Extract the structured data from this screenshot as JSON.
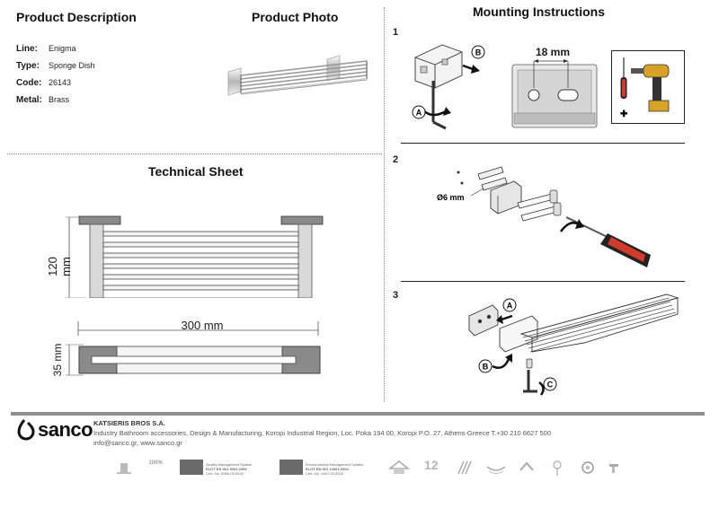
{
  "product": {
    "description_title": "Product Description",
    "photo_title": "Product Photo",
    "specs": [
      {
        "key": "Line:",
        "value": "Enigma"
      },
      {
        "key": "Type:",
        "value": "Sponge Dish"
      },
      {
        "key": "Code:",
        "value": "26143"
      },
      {
        "key": "Metal:",
        "value": "Brass"
      }
    ]
  },
  "technical": {
    "title": "Technical Sheet",
    "height_dim": "120 mm",
    "width_dim": "300 mm",
    "depth_dim": "35 mm"
  },
  "mounting": {
    "title": "Mounting Instructions",
    "steps": [
      {
        "number": "1",
        "distance_label": "18 mm",
        "label_a": "A",
        "label_b": "B"
      },
      {
        "number": "2",
        "drill_label": "Ø6 mm"
      },
      {
        "number": "3",
        "label_a": "A",
        "label_b": "B",
        "label_c": "C"
      }
    ]
  },
  "footer": {
    "brand": "sanco",
    "company": "KATSIERIS BROS S.A.",
    "address": "Industry Bathroom accessories, Design & Manufacturing, Koropi Industrial Region, Loc. Poka 194 00, Koropi P.O. 27, Athens-Greece   T.+30 210 6627 500",
    "contact": "info@sanco.gr, www.sanco.gr",
    "certs": [
      {
        "line1": "Quality Management System",
        "line2": "ELOT EN ISO 9001:2008",
        "line3": "Cert. No. 6060-01/2016"
      },
      {
        "line1": "Environmental Management System",
        "line2": "ELOT EN ISO 14001:2004",
        "line3": "Cert. No. 4467-01/2016"
      }
    ],
    "badge_100": "100%",
    "badge_12": "12"
  },
  "colors": {
    "chrome_dark": "#6f6f6f",
    "chrome_light": "#f2f2f2",
    "footer_bar": "#8e8e8e"
  }
}
